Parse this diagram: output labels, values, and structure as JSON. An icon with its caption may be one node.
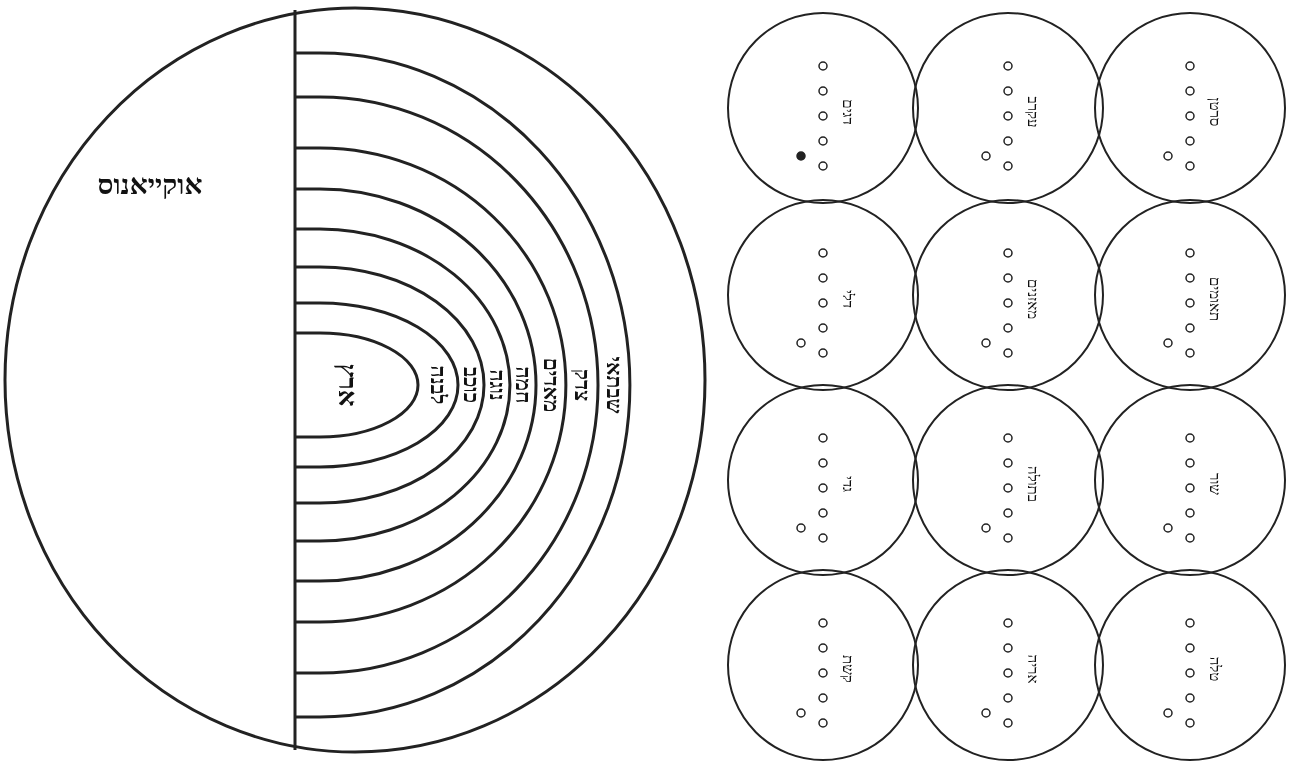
{
  "diagram": {
    "nodes": [
      {
        "text": [
          "אוקייאנוס"
        ]
      },
      {
        "text": [
          "ארץ"
        ]
      },
      {
        "text": [
          "לבנה"
        ]
      },
      {
        "text": [
          "כוכב"
        ]
      },
      {
        "text": [
          "נוגה"
        ]
      },
      {
        "text": [
          "חמה"
        ]
      },
      {
        "text": [
          "מאדים"
        ]
      },
      {
        "text": [
          "צדק"
        ]
      },
      {
        "text": [
          "שבתאי"
        ]
      },
      {
        "text": [
          "דגים"
        ]
      },
      {
        "text": [
          "עקרב"
        ]
      },
      {
        "text": [
          "סרטן"
        ]
      },
      {
        "text": [
          "דלי"
        ]
      },
      {
        "text": [
          "מאזנים"
        ]
      },
      {
        "text": [
          "תאומים"
        ]
      },
      {
        "text": [
          "גדי"
        ]
      },
      {
        "text": [
          "בתולה"
        ]
      },
      {
        "text": [
          "שור"
        ]
      },
      {
        "text": [
          "קשת"
        ]
      },
      {
        "text": [
          "אריה"
        ]
      },
      {
        "text": [
          "טלה"
        ]
      }
    ]
  }
}
